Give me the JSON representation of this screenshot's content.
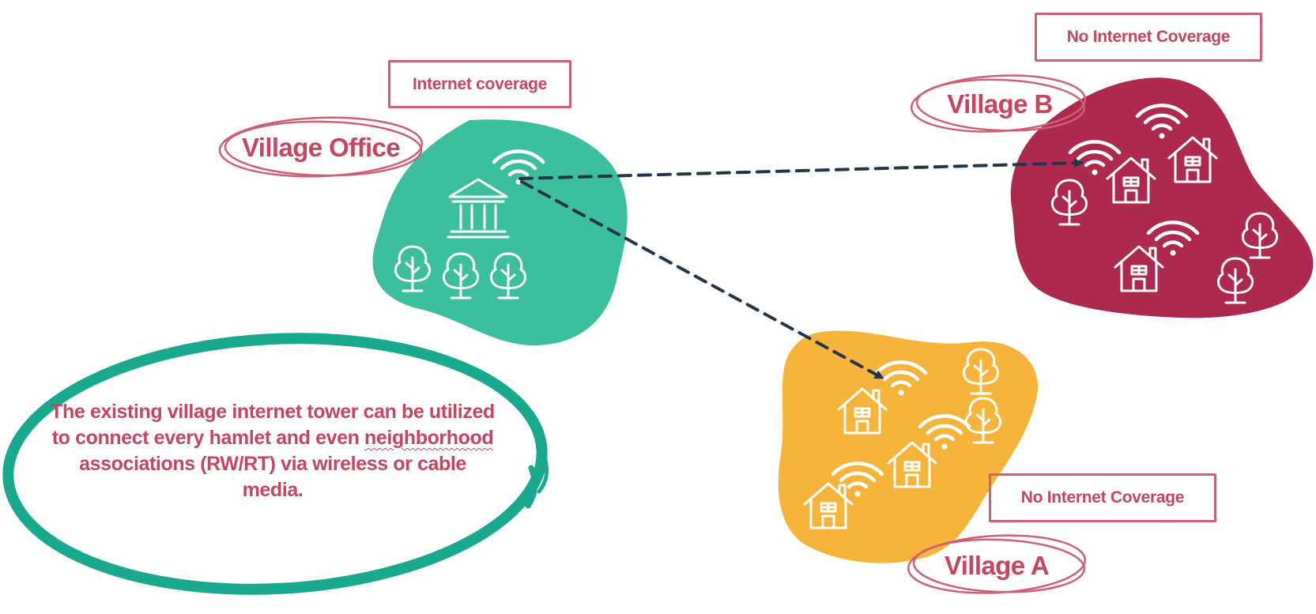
{
  "colors": {
    "office_blob": "#3cbf9f",
    "village_a_blob": "#f6b53a",
    "village_b_blob": "#ad2a4e",
    "label_text": "#c74560",
    "label_stroke": "#cf5f75",
    "callout_stroke": "#18a98e",
    "link_line": "#23364a",
    "icon_stroke": "#ffffff"
  },
  "labels": {
    "office_name": "Village Office",
    "office_status": "Internet coverage",
    "village_b_name": "Village B",
    "village_b_status": "No Internet Coverage",
    "village_a_name": "Village A",
    "village_a_status": "No Internet Coverage"
  },
  "callout": {
    "text_before": "The existing village internet tower can be utilized to connect every hamlet and even",
    "underlined_word": "neighborhood",
    "text_after": "associations (RW/RT) via wireless or cable media."
  },
  "icons": {
    "office": [
      "government-building-icon",
      "wifi-icon",
      "tree-icon"
    ],
    "village_b": [
      "house-icon",
      "wifi-icon",
      "tree-icon"
    ],
    "village_a": [
      "house-icon",
      "wifi-icon",
      "tree-icon"
    ]
  }
}
